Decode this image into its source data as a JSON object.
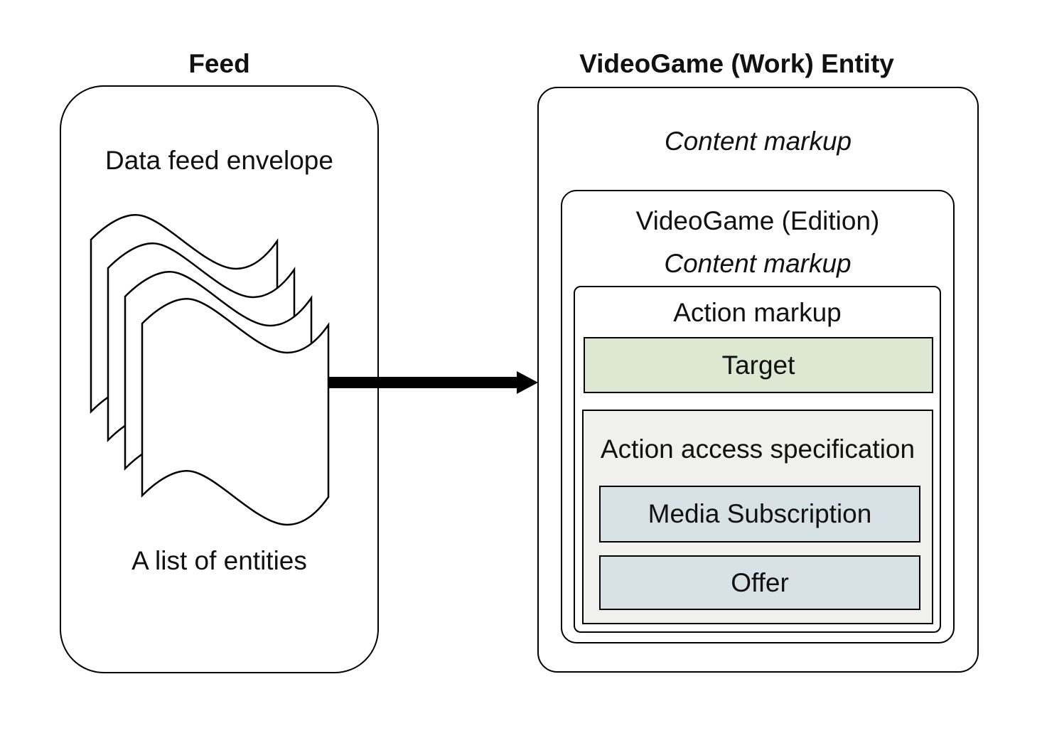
{
  "feed": {
    "title": "Feed",
    "envelope_label": "Data feed envelope",
    "entities_label": "A list of entities"
  },
  "entity": {
    "title": "VideoGame (Work) Entity",
    "content_markup": "Content markup",
    "edition": {
      "title": "VideoGame (Edition)",
      "content_markup": "Content markup",
      "action": {
        "title": "Action markup",
        "target_label": "Target",
        "access": {
          "title": "Action access specification",
          "items": [
            "Media Subscription",
            "Offer"
          ]
        }
      }
    }
  },
  "icons": {
    "document_stack": "stack of four wavy document pages",
    "arrow": "thick black right arrow from feed to entity"
  },
  "colors": {
    "target_fill": "#dce8d2",
    "access_fill": "#f0f1ef",
    "item_fill": "#d8e1e6",
    "border": "#000000",
    "arrow": "#000000",
    "background": "#ffffff"
  }
}
